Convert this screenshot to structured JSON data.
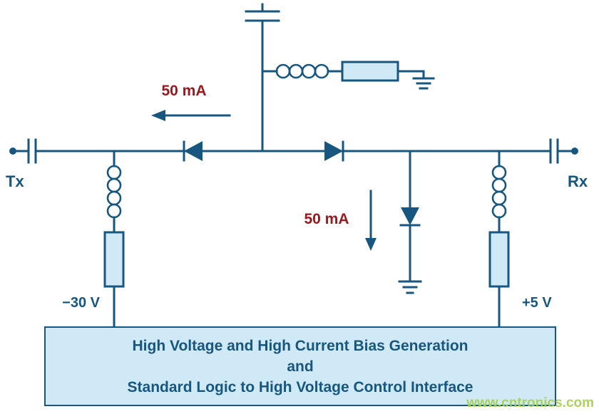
{
  "colors": {
    "line": "#17567f",
    "fill": "#cfe9f6",
    "current": "#941a1f",
    "watermark": "#a6ce4e"
  },
  "labels": {
    "tx_port": "Tx",
    "rx_port": "Rx",
    "current_left": "50 mA",
    "current_down": "50 mA",
    "negative_rail": "−30 V",
    "positive_rail": "+5 V"
  },
  "bias_box": {
    "line1": "High Voltage and High Current Bias Generation",
    "line2": "and",
    "line3": "Standard Logic to High Voltage Control Interface"
  },
  "watermark": "www.cntronics.com"
}
